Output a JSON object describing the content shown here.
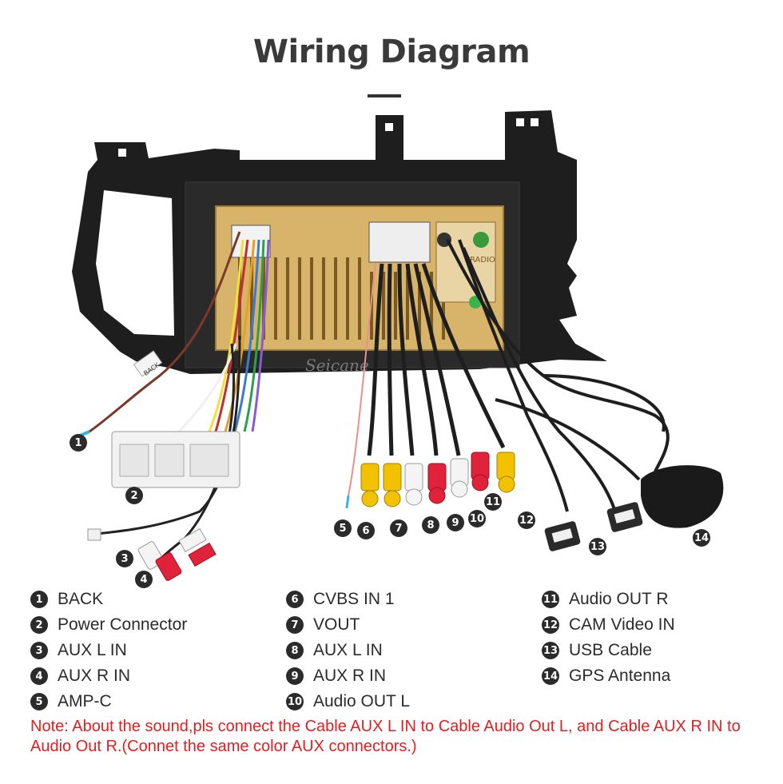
{
  "title": "Wiring Diagram",
  "watermark": "Seicane",
  "unit_labels": {
    "radio": "RADIO",
    "back_tag": "BACK"
  },
  "legend": {
    "col1": [
      {
        "num": "1",
        "label": "BACK"
      },
      {
        "num": "2",
        "label": "Power Connector"
      },
      {
        "num": "3",
        "label": "AUX L IN"
      },
      {
        "num": "4",
        "label": "AUX R IN"
      },
      {
        "num": "5",
        "label": "AMP-C"
      }
    ],
    "col2": [
      {
        "num": "6",
        "label": "CVBS IN 1"
      },
      {
        "num": "7",
        "label": "VOUT"
      },
      {
        "num": "8",
        "label": "AUX L IN"
      },
      {
        "num": "9",
        "label": "AUX R IN"
      },
      {
        "num": "10",
        "label": "Audio OUT L"
      }
    ],
    "col3": [
      {
        "num": "11",
        "label": "Audio OUT R"
      },
      {
        "num": "12",
        "label": "CAM Video IN"
      },
      {
        "num": "13",
        "label": "USB Cable"
      },
      {
        "num": "14",
        "label": "GPS Antenna"
      }
    ]
  },
  "callouts": [
    "1",
    "2",
    "3",
    "4",
    "5",
    "6",
    "7",
    "8",
    "9",
    "10",
    "11",
    "12",
    "13",
    "14"
  ],
  "note": "Note: About the sound,pls connect the Cable AUX L IN to Cable Audio Out L, and Cable AUX R IN to  Audio Out R.(Connet the same color AUX connectors.)",
  "colors": {
    "frame": "#1e1e1e",
    "chassis": "#d8b46a",
    "rca_yellow": "#f2c200",
    "rca_red": "#e0223a",
    "rca_white": "#f4f4f4",
    "note": "#e02020"
  }
}
